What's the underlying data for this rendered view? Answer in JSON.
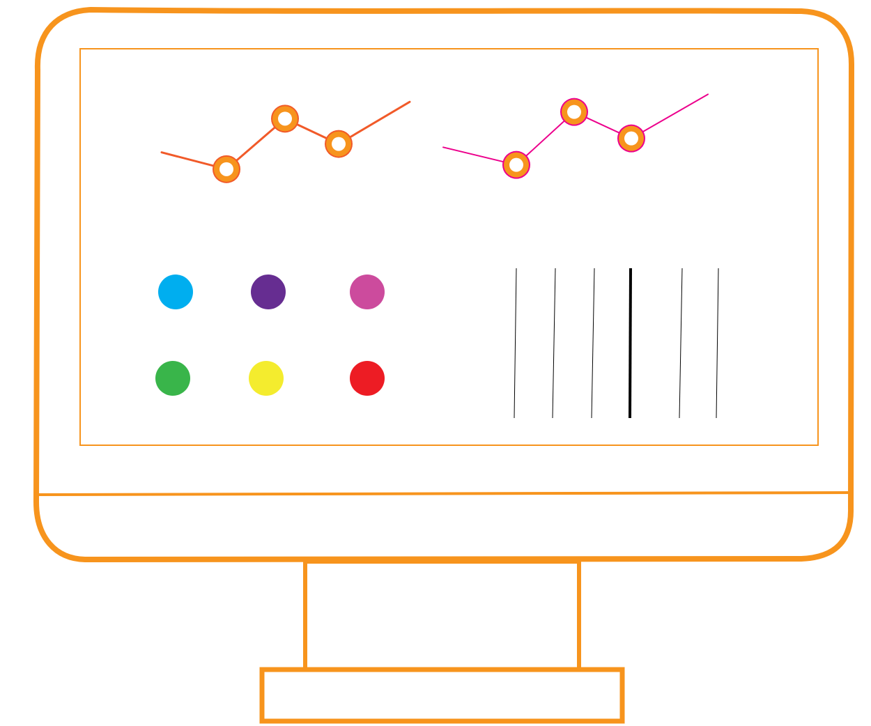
{
  "colors": {
    "frame": "#F7941D",
    "screen_border": "#F7941D",
    "chart_left_line": "#F15A29",
    "chart_right_line": "#EC008C",
    "marker_fill": "#F7941D",
    "marker_center": "#FFFFFF",
    "bars": "#000000",
    "background": "#FFFFFF"
  },
  "charts": [
    {
      "type": "line",
      "series_color": "chart_left_line",
      "values": [
        2,
        1,
        4,
        2.5,
        5
      ],
      "marked_points": [
        1,
        2,
        3
      ]
    },
    {
      "type": "line",
      "series_color": "chart_right_line",
      "values": [
        2,
        1,
        4,
        2.5,
        5
      ],
      "marked_points": [
        1,
        2,
        3
      ]
    }
  ],
  "palette": {
    "rows": [
      [
        {
          "name": "cyan",
          "color": "#00AEEF"
        },
        {
          "name": "purple",
          "color": "#662D91"
        },
        {
          "name": "magenta",
          "color": "#CC4B9D"
        }
      ],
      [
        {
          "name": "green",
          "color": "#39B54A"
        },
        {
          "name": "yellow",
          "color": "#F4EC2E"
        },
        {
          "name": "red",
          "color": "#ED1C24"
        }
      ]
    ]
  },
  "barcode": {
    "line_count": 6,
    "thick_line_index": 3
  },
  "icons": {
    "monitor": "monitor-icon"
  }
}
